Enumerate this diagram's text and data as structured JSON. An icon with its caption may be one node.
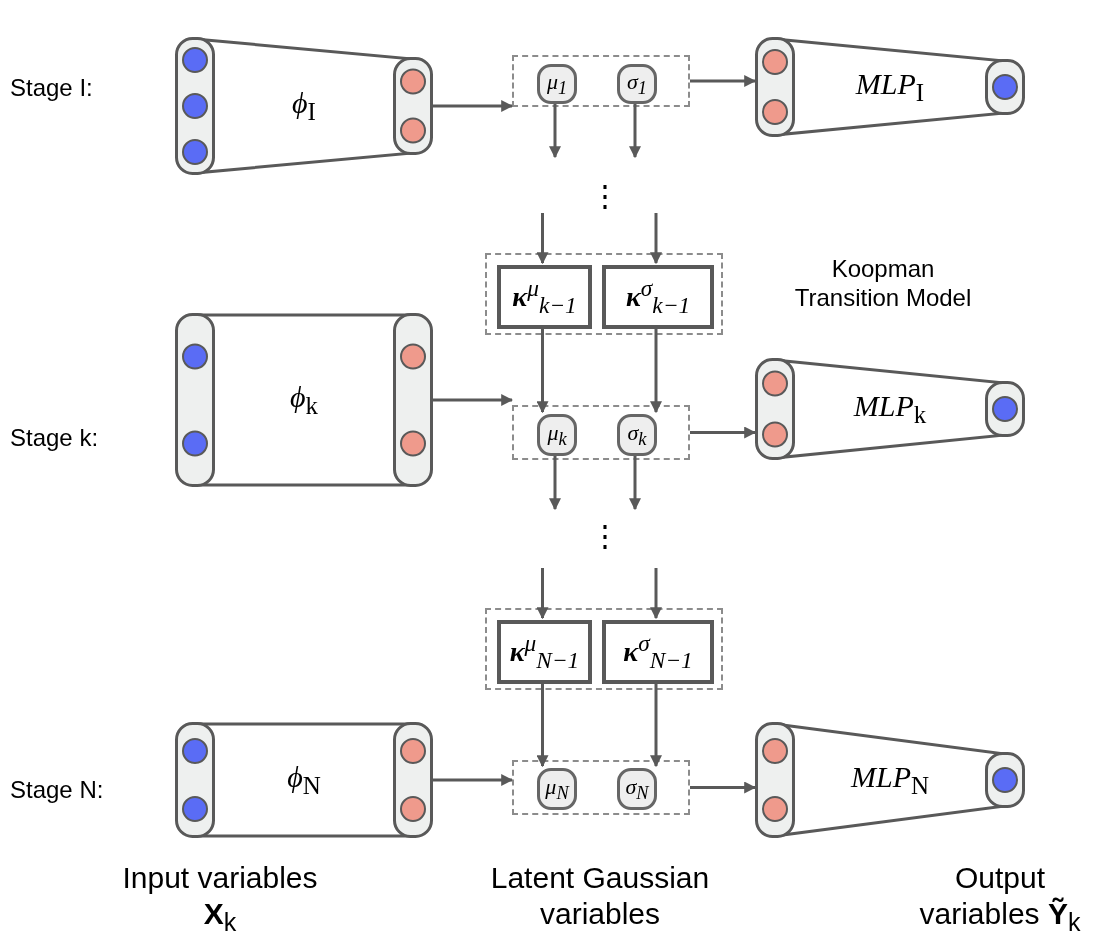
{
  "diagram": {
    "nodes": [
      {
        "text": [
          "ϕ$_{I}$"
        ]
      },
      {
        "text": [],
        "shape": "box"
      },
      {
        "text": [
          "μ$_{1}$"
        ],
        "in": 1
      },
      {
        "text": [
          "σ$_{1}$"
        ],
        "in": 1
      },
      {
        "text": [
          "MLP$_{I}$"
        ]
      },
      {
        "text": [],
        "shape": "box",
        "beside": [
          "Koopman Transition Model"
        ]
      },
      {
        "text": [
          "**κ**$^{μ}$$_{k−1}$"
        ],
        "in": 5
      },
      {
        "text": [
          "**κ**$^{σ}$$_{k−1}$"
        ],
        "in": 5
      },
      {
        "text": [
          "ϕ$_{k}$"
        ]
      },
      {
        "text": [],
        "shape": "box"
      },
      {
        "text": [
          "μ$_{k}$"
        ],
        "in": 9
      },
      {
        "text": [
          "σ$_{k}$"
        ],
        "in": 9
      },
      {
        "text": [
          "MLP$_{k}$"
        ]
      },
      {
        "text": [],
        "shape": "box"
      },
      {
        "text": [
          "**κ**$^{μ}$$_{N−1}$"
        ],
        "in": 13
      },
      {
        "text": [
          "**κ**$^{σ}$$_{N−1}$"
        ],
        "in": 13
      },
      {
        "text": [
          "ϕ$_{N}$"
        ]
      },
      {
        "text": [],
        "shape": "box"
      },
      {
        "text": [
          "μ$_{N}$"
        ],
        "in": 17
      },
      {
        "text": [
          "σ$_{N}$"
        ],
        "in": 17
      },
      {
        "text": [
          "MLP$_{N}$"
        ]
      }
    ],
    "edges": [
      {
        "from": 0,
        "to": 1,
        "arrow": "to"
      },
      {
        "from": 1,
        "to": 4,
        "arrow": "to"
      },
      {
        "from": 2,
        "to": null,
        "arrow": "to"
      },
      {
        "from": 3,
        "to": null,
        "arrow": "to"
      },
      {
        "from": null,
        "to": 6,
        "arrow": "to"
      },
      {
        "from": null,
        "to": 7,
        "arrow": "to"
      },
      {
        "from": 6,
        "to": 10,
        "arrow": "to"
      },
      {
        "from": 7,
        "to": 11,
        "arrow": "to"
      },
      {
        "from": 8,
        "to": 9,
        "arrow": "to"
      },
      {
        "from": 9,
        "to": 12,
        "arrow": "to"
      },
      {
        "from": 10,
        "to": null,
        "arrow": "to"
      },
      {
        "from": 11,
        "to": null,
        "arrow": "to"
      },
      {
        "from": null,
        "to": 14,
        "arrow": "to"
      },
      {
        "from": null,
        "to": 15,
        "arrow": "to"
      },
      {
        "from": 14,
        "to": 18,
        "arrow": "to"
      },
      {
        "from": 15,
        "to": 19,
        "arrow": "to"
      },
      {
        "from": 16,
        "to": 17,
        "arrow": "to"
      },
      {
        "from": 17,
        "to": 20,
        "arrow": "to"
      }
    ],
    "labels": [
      "Stage I:",
      "⋮",
      "Stage k:",
      "⋮",
      "Stage N:",
      "Input variables **X**$_{k}$",
      "Latent Gaussian variables",
      "Output variables **Ỹ**$_{k}$"
    ]
  }
}
